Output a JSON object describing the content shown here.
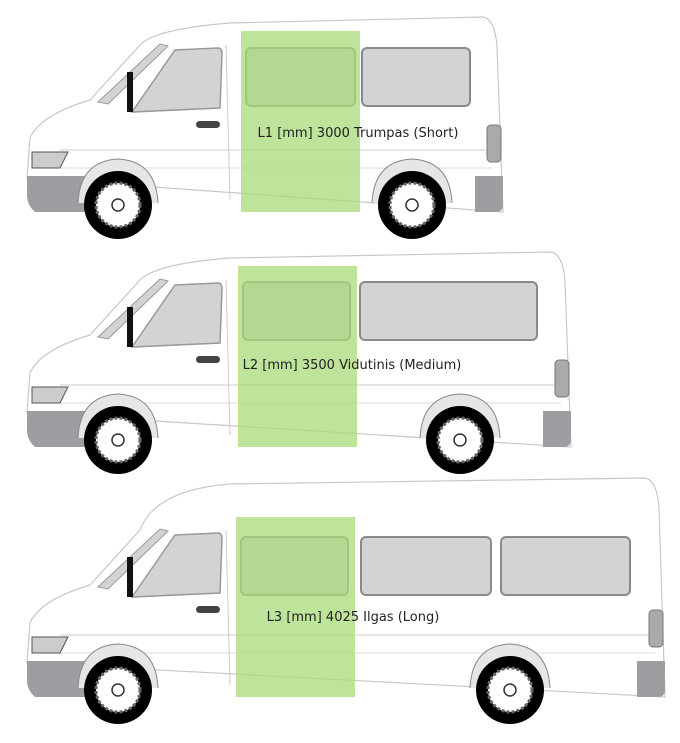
{
  "vans": [
    {
      "id": "l1",
      "label": "L1 [mm] 3000 Trumpas (Short)"
    },
    {
      "id": "l2",
      "label": "L2 [mm] 3500 Vidutinis (Medium)"
    },
    {
      "id": "l3",
      "label": "L3 [mm] 4025 Ilgas (Long)"
    }
  ],
  "colors": {
    "highlight": "#a8d97a",
    "window": "#d2d3d5",
    "trim": "#9d9ea1",
    "tire": "#000000",
    "body_outline": "#c8c8c8"
  }
}
